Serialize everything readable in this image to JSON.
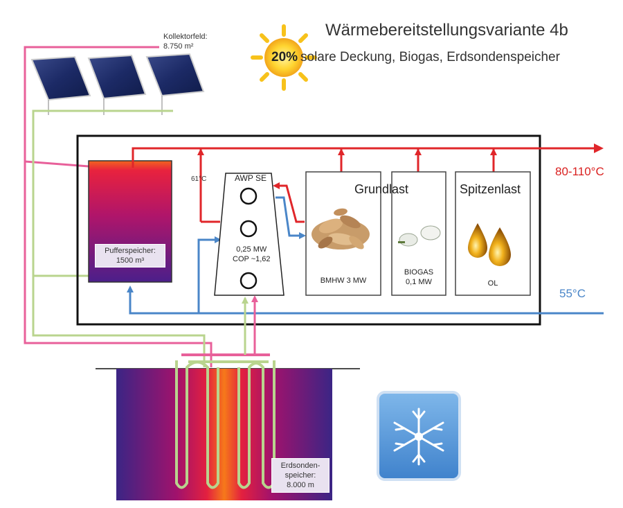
{
  "header": {
    "title": "Wärmebereitstellungsvariante 4b",
    "percent": "20%",
    "subtitle": "solare Deckung, Biogas, Erdsondenspeicher"
  },
  "collector": {
    "line1": "Kollektorfeld:",
    "line2": "8.750 m²"
  },
  "buffer": {
    "line1": "Pufferspeicher:",
    "line2": "1500 m³"
  },
  "heat_pump": {
    "title": "AWP SE",
    "power": "0,25 MW",
    "cop": "COP ~1,62",
    "supply_temp": "61°C"
  },
  "grundlast": {
    "heading": "Grundlast",
    "biomass_label": "BMHW 3 MW",
    "biogas_line1": "BIOGAS",
    "biogas_line2": "0,1 MW"
  },
  "spitzenlast": {
    "heading": "Spitzenlast",
    "label": "OL"
  },
  "temperatures": {
    "supply": "80-110°C",
    "return": "55°C"
  },
  "geostore": {
    "line1": "Erdsonden-",
    "line2": "speicher:",
    "line3": "8.000 m"
  },
  "colors": {
    "hot_line": "#e0262a",
    "cold_line": "#4a86c8",
    "pink_line": "#e8609a",
    "green_line": "#b9d48e",
    "snow_box": "#5a9ad8",
    "sun": "#f7c21b"
  }
}
